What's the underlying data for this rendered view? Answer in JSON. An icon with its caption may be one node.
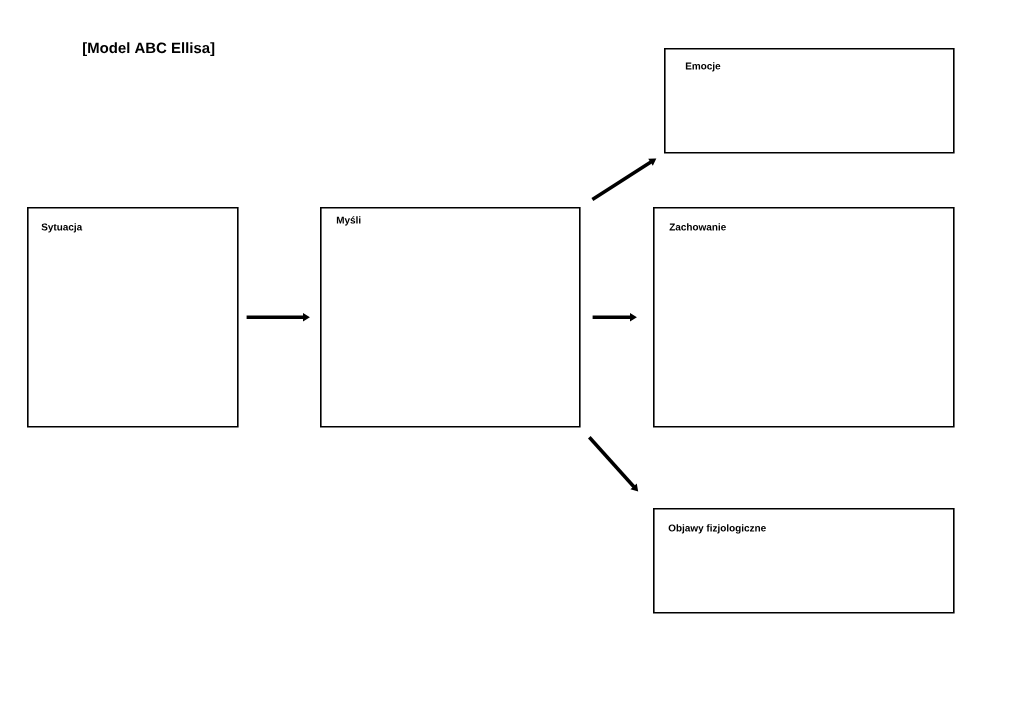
{
  "diagram": {
    "title": "[Model ABC Ellisa]",
    "nodes": [
      {
        "text": [
          "Sytuacja"
        ]
      },
      {
        "text": [
          "Myśli"
        ]
      },
      {
        "text": [
          "Emocje"
        ]
      },
      {
        "text": [
          "Zachowanie"
        ]
      },
      {
        "text": [
          "Objawy fizjologiczne"
        ]
      }
    ],
    "edges": [
      {
        "from": 0,
        "to": 1,
        "arrow": "to"
      },
      {
        "from": 1,
        "to": 2,
        "arrow": "to"
      },
      {
        "from": 1,
        "to": 3,
        "arrow": "to"
      },
      {
        "from": 1,
        "to": 4,
        "arrow": "to"
      }
    ]
  }
}
